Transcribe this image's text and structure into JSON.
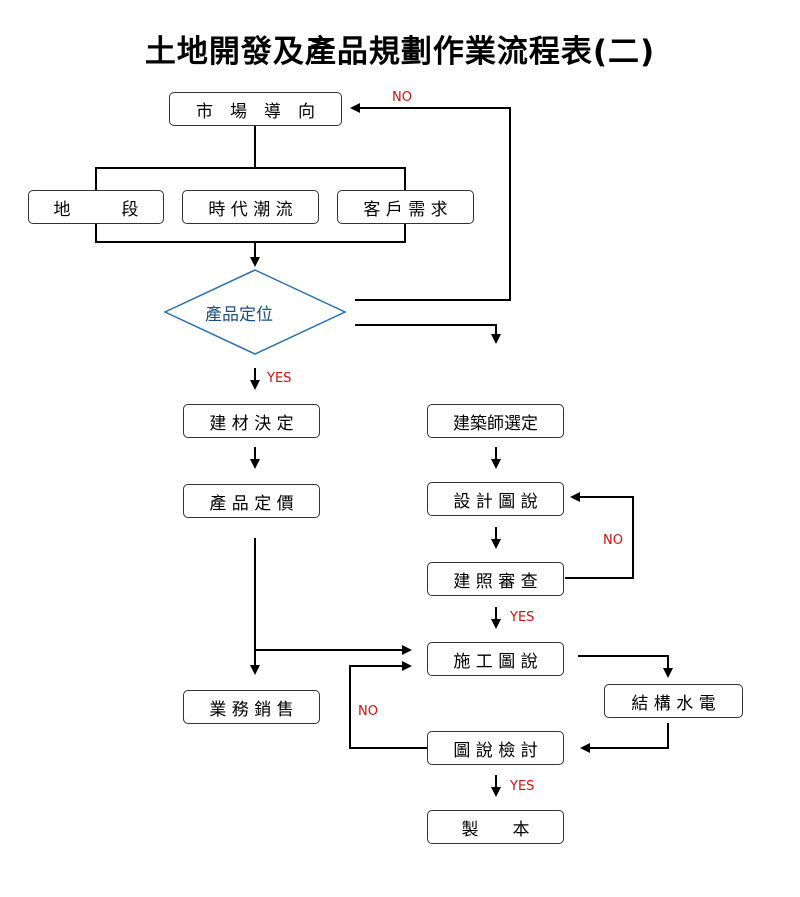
{
  "title": "土地開發及產品規劃作業流程表(二)",
  "nodes": {
    "market": "市　場　導　向",
    "land": "地　　　段",
    "trend": "時 代 潮 流",
    "customer": "客 戶 需 求",
    "positioning": "產品定位",
    "materials": "建 材 決 定",
    "pricing": "產 品 定 價",
    "sales": "業 務 銷 售",
    "architect": "建築師選定",
    "design": "設 計 圖 說",
    "permit": "建 照 審 查",
    "construction_drawings": "施 工 圖 說",
    "structure": "結 構 水 電",
    "review": "圖 說 檢 討",
    "production": "製　　本"
  },
  "labels": {
    "no_market": "NO",
    "yes_positioning": "YES",
    "no_permit": "NO",
    "yes_permit": "YES",
    "no_review": "NO",
    "yes_review": "YES"
  },
  "colors": {
    "line": "#000000",
    "diamond": "#2b6fad",
    "label_red": "#cc1111"
  }
}
